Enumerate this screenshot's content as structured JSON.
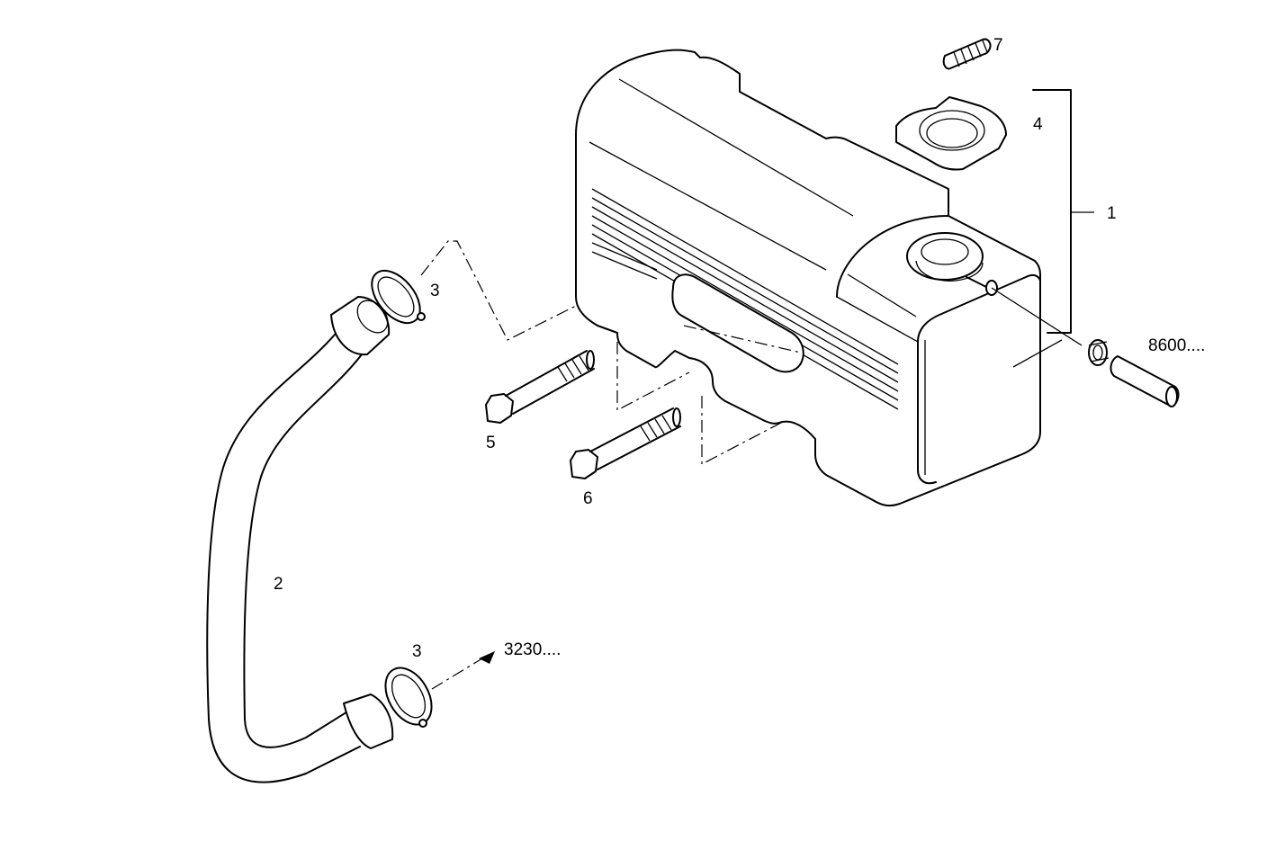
{
  "callouts": {
    "c1": "1",
    "c2": "2",
    "c3_top": "3",
    "c3_bottom": "3",
    "c4": "4",
    "c5": "5",
    "c6": "6",
    "c7": "7"
  },
  "references": {
    "right_pipe": "8600....",
    "bottom_arrow": "3230...."
  }
}
